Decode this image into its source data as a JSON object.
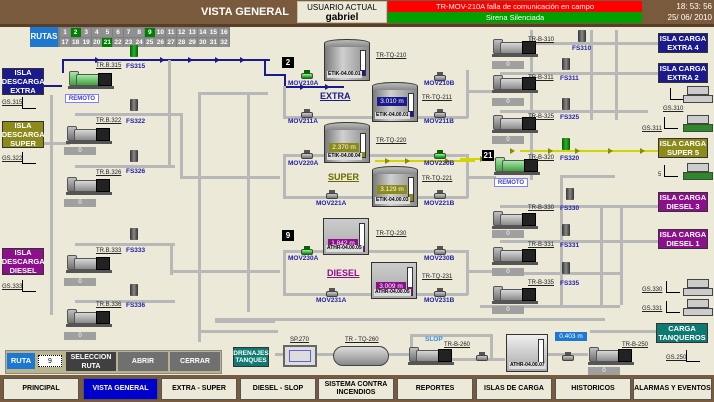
{
  "header": {
    "title": "VISTA GENERAL",
    "user_label": "USUARIO ACTUAL",
    "user_name": "gabriel",
    "alarm_message": "TR-MOV-210A falla de comunicación en campo",
    "siren_status": "Sirena Silenciada",
    "time": "18: 53: 56",
    "date": "25/ 06/ 2010",
    "colors": {
      "alarm": "#ff0000",
      "siren": "#00a000",
      "bar": "#7a5a3c"
    }
  },
  "routes": {
    "label": "RUTAS",
    "row1": [
      "1",
      "2",
      "3",
      "4",
      "5",
      "6",
      "7",
      "8",
      "9",
      "10",
      "11",
      "12",
      "13",
      "14",
      "15",
      "16"
    ],
    "row2": [
      "17",
      "18",
      "19",
      "20",
      "21",
      "22",
      "23",
      "24",
      "25",
      "26",
      "27",
      "28",
      "29",
      "30",
      "31",
      "32"
    ],
    "active": [
      "2",
      "9",
      "21"
    ]
  },
  "unload_islands": [
    {
      "label": "ISLA DESCARGA EXTRA",
      "gs": "GS.315"
    },
    {
      "label": "ISLA DESCARGA SUPER",
      "gs": "GS.322"
    },
    {
      "label": "ISLA DESCARGA DIESEL",
      "gs": "GS.333"
    }
  ],
  "left_pumps": [
    {
      "tag": "TR.B.315",
      "fs": "FS315",
      "status": "REMOTO",
      "running": true
    },
    {
      "tag": "TR.B.322",
      "fs": "FS322",
      "value": "0"
    },
    {
      "tag": "TR.B.326",
      "fs": "FS326",
      "value": "0"
    },
    {
      "tag": "TR.B.333",
      "fs": "FS333",
      "value": "0"
    },
    {
      "tag": "TR.B.336",
      "fs": "FS336",
      "value": "0"
    }
  ],
  "tanks": {
    "extra": {
      "section": "EXTRA",
      "route_num": "2",
      "t210": {
        "tag": "TR-TQ-210",
        "id": "ETIK-04.00.01",
        "level": "",
        "fill_pct": 20
      },
      "t211": {
        "tag": "TR-TQ-211",
        "id": "ETIK-04.00.01",
        "level": "3.010 m",
        "fill_pct": 25
      },
      "valves": [
        "MOV210A",
        "MOV210B",
        "MOV211A",
        "MOV211B"
      ]
    },
    "super": {
      "section": "SUPER",
      "t220": {
        "tag": "TR-TQ-220",
        "id": "ETIK-04.00.04",
        "level": "2.370 m",
        "fill_pct": 20
      },
      "t221": {
        "tag": "TR-TQ-221",
        "id": "ETIK-04.00.03",
        "level": "3.129 m",
        "fill_pct": 30
      },
      "valves": [
        "MOV220A",
        "MOV220B",
        "MOV221A",
        "MOV221B"
      ]
    },
    "diesel": {
      "section": "DIESEL",
      "route_num": "9",
      "t230": {
        "tag": "TR-TQ-230",
        "id": "ATHR-04.00.05",
        "level": "1.842 m",
        "fill_pct": 18
      },
      "t231": {
        "tag": "TR-TQ-231",
        "id": "ATHR-04.00.05",
        "level": "3.009 m",
        "fill_pct": 28
      },
      "valves": [
        "MOV230A",
        "MOV230B",
        "MOV231A",
        "MOV231B"
      ]
    }
  },
  "right_pumps": [
    {
      "tag": "TR-B-310",
      "fs": "FS310",
      "value": "0"
    },
    {
      "tag": "TR-B-311",
      "fs": "FS311",
      "value": "0"
    },
    {
      "tag": "TR-B-325",
      "fs": "FS325",
      "value": "0"
    },
    {
      "tag": "TR-B-320",
      "fs": "FS320",
      "status": "REMOTO",
      "running": true,
      "route_num": "21"
    },
    {
      "tag": "TR-B-330",
      "fs": "FS330",
      "value": "0"
    },
    {
      "tag": "TR-B-331",
      "fs": "FS331",
      "value": "0"
    },
    {
      "tag": "TR-B-335",
      "fs": "FS335",
      "value": "0"
    }
  ],
  "load_islands": [
    {
      "label": "ISLA CARGA EXTRA 4"
    },
    {
      "label": "ISLA CARGA EXTRA 2"
    },
    {
      "label": "ISLA CARGA SUPER 5"
    },
    {
      "label": "ISLA CARGA DIESEL 3"
    },
    {
      "label": "ISLA CARGA DIESEL 1"
    },
    {
      "label": "CARGA TANQUEROS"
    }
  ],
  "ground_stations": [
    "GS.310",
    "GS.311",
    "GS.330",
    "GS.331",
    "GS.250"
  ],
  "ground_unlabeled": "5",
  "slop": {
    "drain_label": "DRENAJES TANQUES",
    "sp": "SP.270",
    "tank": "TR - TQ-260",
    "slop_label": "SLOP",
    "pump": "TR-B-260",
    "slop_tank_id": "ATHR-04.00.07",
    "slop_level": "0.403 m",
    "slop_fill_pct": 5,
    "pump250": "TR-B-250",
    "pump250_value": "0"
  },
  "ruta_panel": {
    "label": "RUTA",
    "value": "9",
    "select_label": "SELECCION RUTA",
    "open_label": "ABRIR",
    "close_label": "CERRAR"
  },
  "nav": [
    {
      "label": "PRINCIPAL"
    },
    {
      "label": "VISTA GENERAL",
      "active": true
    },
    {
      "label": "EXTRA - SUPER"
    },
    {
      "label": "DIESEL - SLOP"
    },
    {
      "label": "SISTEMA CONTRA INCENDIOS"
    },
    {
      "label": "REPORTES"
    },
    {
      "label": "ISLAS DE CARGA"
    },
    {
      "label": "HISTORICOS"
    },
    {
      "label": "ALARMAS Y EVENTOS"
    }
  ]
}
